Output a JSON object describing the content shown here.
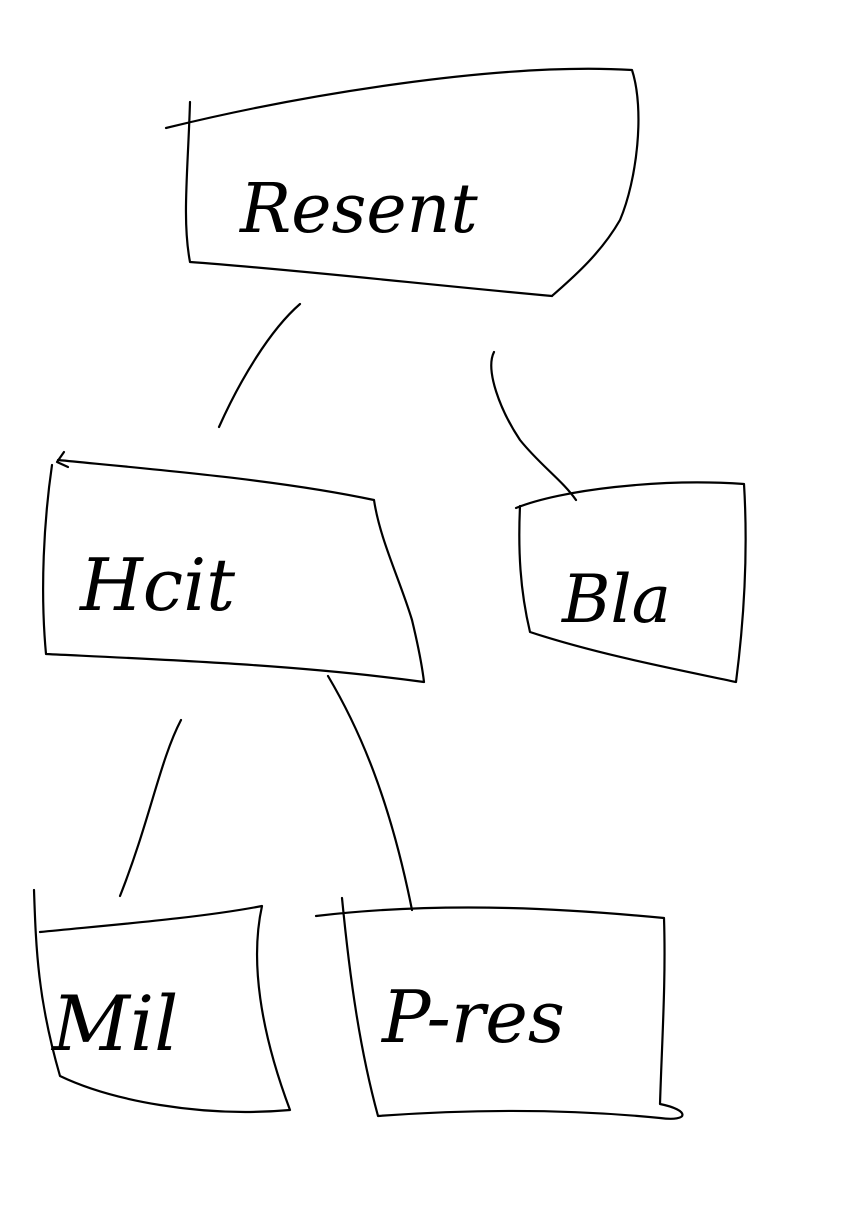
{
  "diagram": {
    "nodes": [
      {
        "id": "root",
        "label": "Resent"
      },
      {
        "id": "mid-left",
        "label": "Hcit"
      },
      {
        "id": "mid-right",
        "label": "Bla"
      },
      {
        "id": "leaf-left",
        "label": "Mil"
      },
      {
        "id": "leaf-right",
        "label": "P-res"
      }
    ],
    "edges": [
      {
        "from": "root",
        "to": "mid-left"
      },
      {
        "from": "root",
        "to": "mid-right"
      },
      {
        "from": "mid-left",
        "to": "leaf-left"
      },
      {
        "from": "mid-left",
        "to": "leaf-right"
      }
    ],
    "ink_color": "#000000"
  }
}
